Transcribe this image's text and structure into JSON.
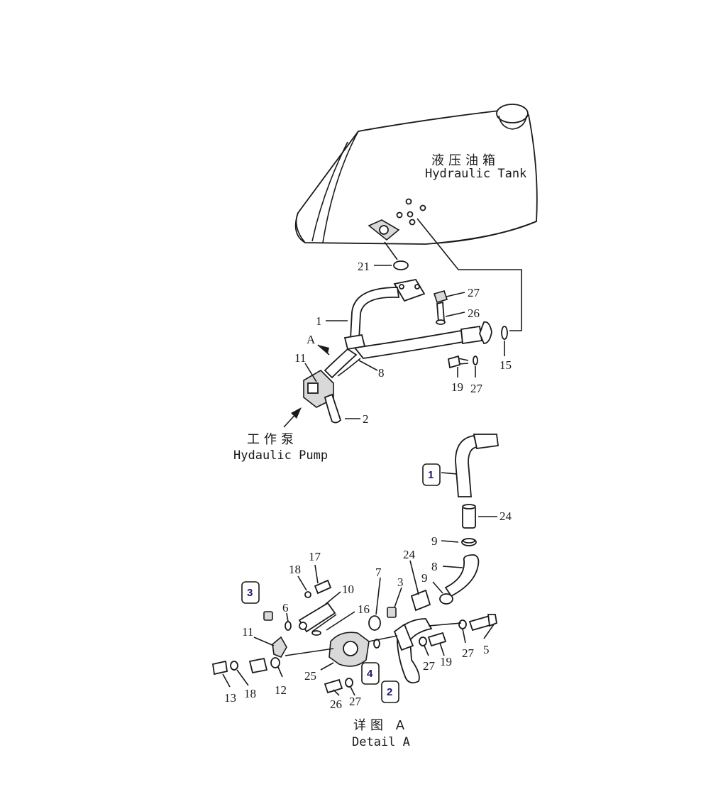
{
  "captions": {
    "tank_cn": "液压油箱",
    "tank_en": "Hydraulic Tank",
    "pump_cn": "工作泵",
    "pump_en": "Hydaulic Pump",
    "detail_cn": "详图 A",
    "detail_en": "Detail A",
    "view_marker": "A"
  },
  "part_labels": {
    "p1": "1",
    "p2": "2",
    "p8": "8",
    "p11": "11",
    "p15": "15",
    "p19": "19",
    "p21": "21",
    "p26": "26",
    "p27a": "27",
    "p27b": "27",
    "d24a": "24",
    "d24b": "24",
    "d9a": "9",
    "d9b": "9",
    "d8": "8",
    "d7": "7",
    "d3": "3",
    "d17": "17",
    "d18a": "18",
    "d10": "10",
    "d6": "6",
    "d16": "16",
    "d11": "11",
    "d5": "5",
    "d27a": "27",
    "d27b": "27",
    "d19": "19",
    "d25": "25",
    "d12": "12",
    "d13": "13",
    "d18b": "18",
    "d26": "26",
    "d27c": "27"
  },
  "callouts": {
    "c1": "1",
    "c2": "2",
    "c3": "3",
    "c4": "4"
  }
}
